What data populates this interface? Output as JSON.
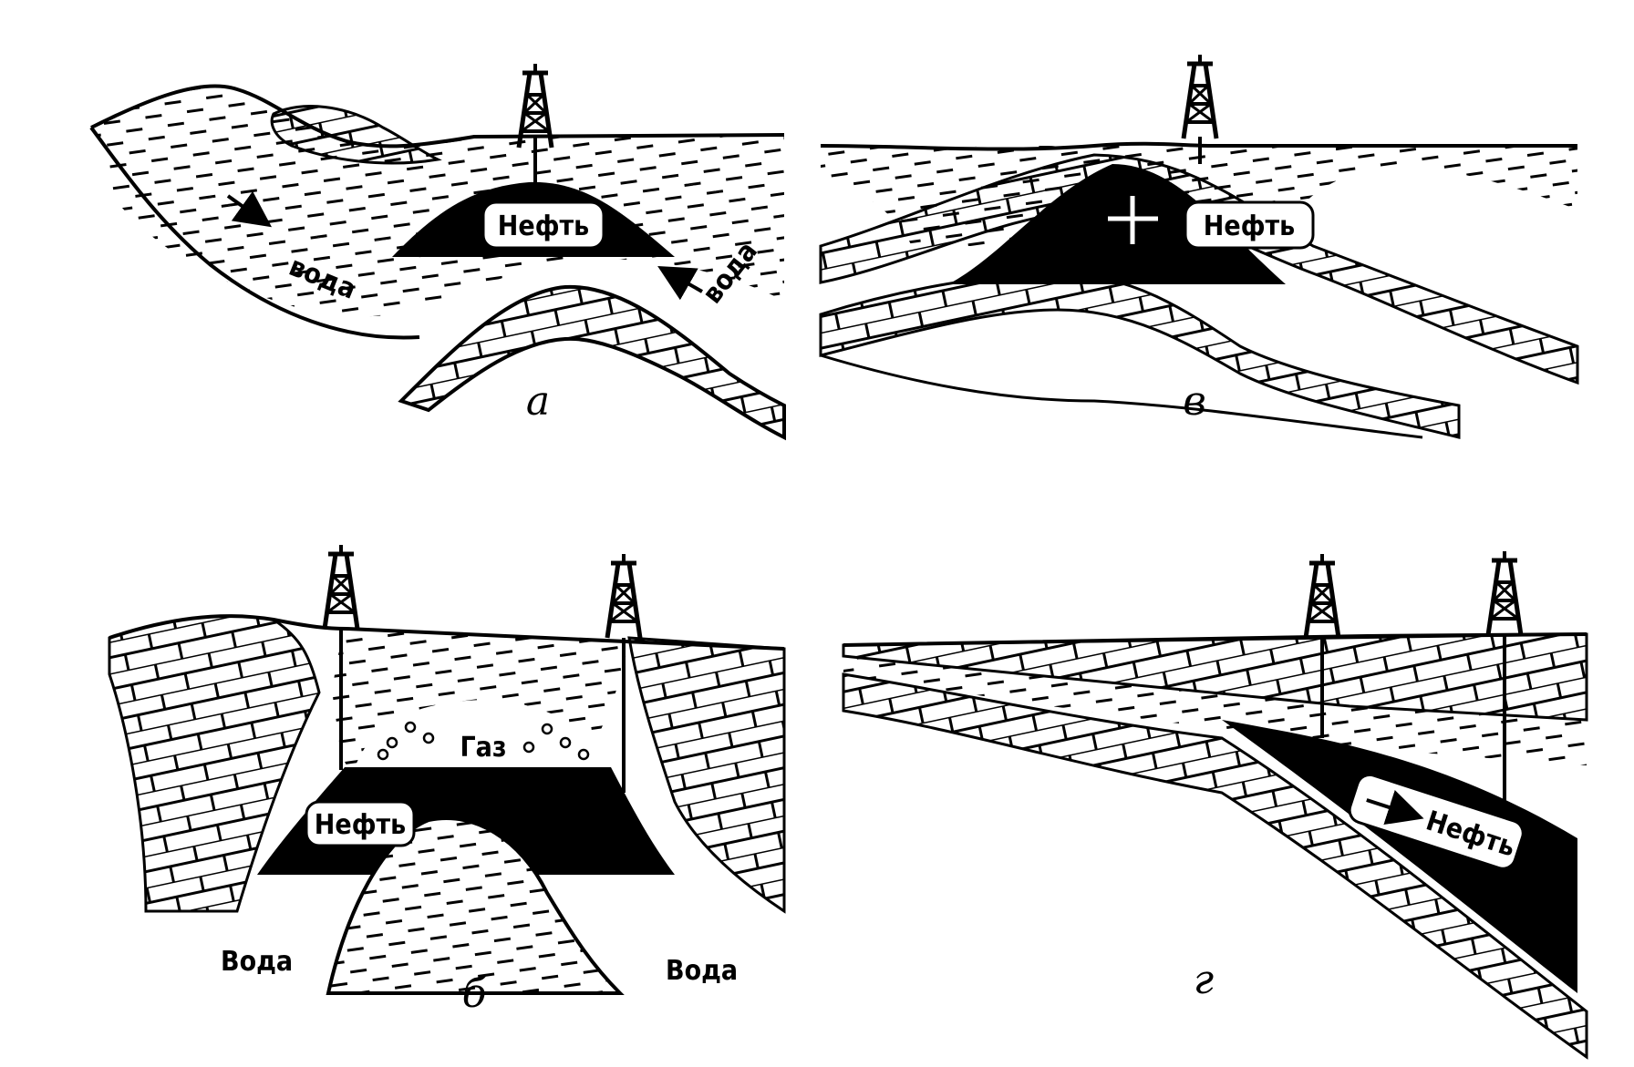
{
  "panels": {
    "a": {
      "caption": "а",
      "oil": "Нефть",
      "water_left": "вода",
      "water_right": "вода"
    },
    "b": {
      "caption": "б",
      "gas": "Газ",
      "oil": "Нефть",
      "water_left": "Вода",
      "water_right": "Вода"
    },
    "v": {
      "caption": "в",
      "oil": "Нефть"
    },
    "g": {
      "caption": "г",
      "oil": "Нефть"
    }
  },
  "colors": {
    "ink": "#000000",
    "paper": "#ffffff"
  }
}
